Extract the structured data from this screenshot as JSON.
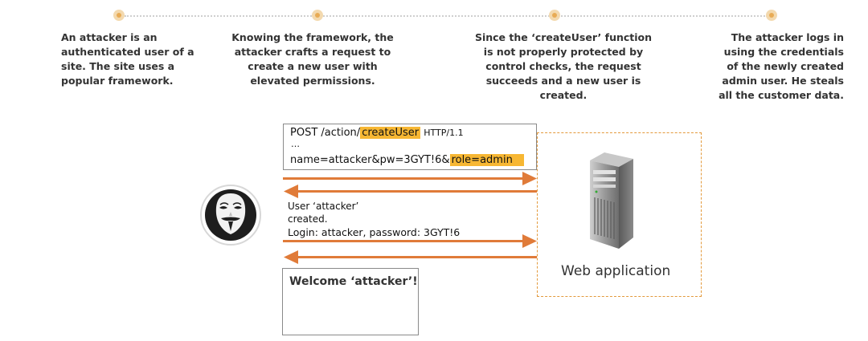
{
  "steps": [
    "An attacker is an authenticated user of a site. The site uses a popular framework.",
    "Knowing the framework, the attacker crafts a request to create a new user with elevated permissions.",
    "Since the ‘createUser’ function is not properly protected by control checks, the request succeeds and a new user is created.",
    "The attacker logs in using the credentials of the newly created admin user. He steals all the customer data."
  ],
  "request": {
    "method_path": "POST /action/",
    "function": "createUser",
    "protocol": "HTTP/1.1",
    "ellipsis": "…",
    "body_prefix": "name=attacker&pw=3GYT!6&",
    "body_highlight": "role=admin"
  },
  "response": {
    "line1": "User ‘attacker’",
    "line2": "created.",
    "line3": "Login: attacker, password: 3GYT!6"
  },
  "welcome": "Welcome ‘attacker’!",
  "server_label": "Web application",
  "icons": {
    "attacker": "anonymous-mask-icon",
    "server": "server-tower-icon"
  },
  "colors": {
    "accent": "#e8ab55",
    "arrow": "#e07b39",
    "highlight": "#f7b733",
    "dashed": "#e39a3c"
  }
}
